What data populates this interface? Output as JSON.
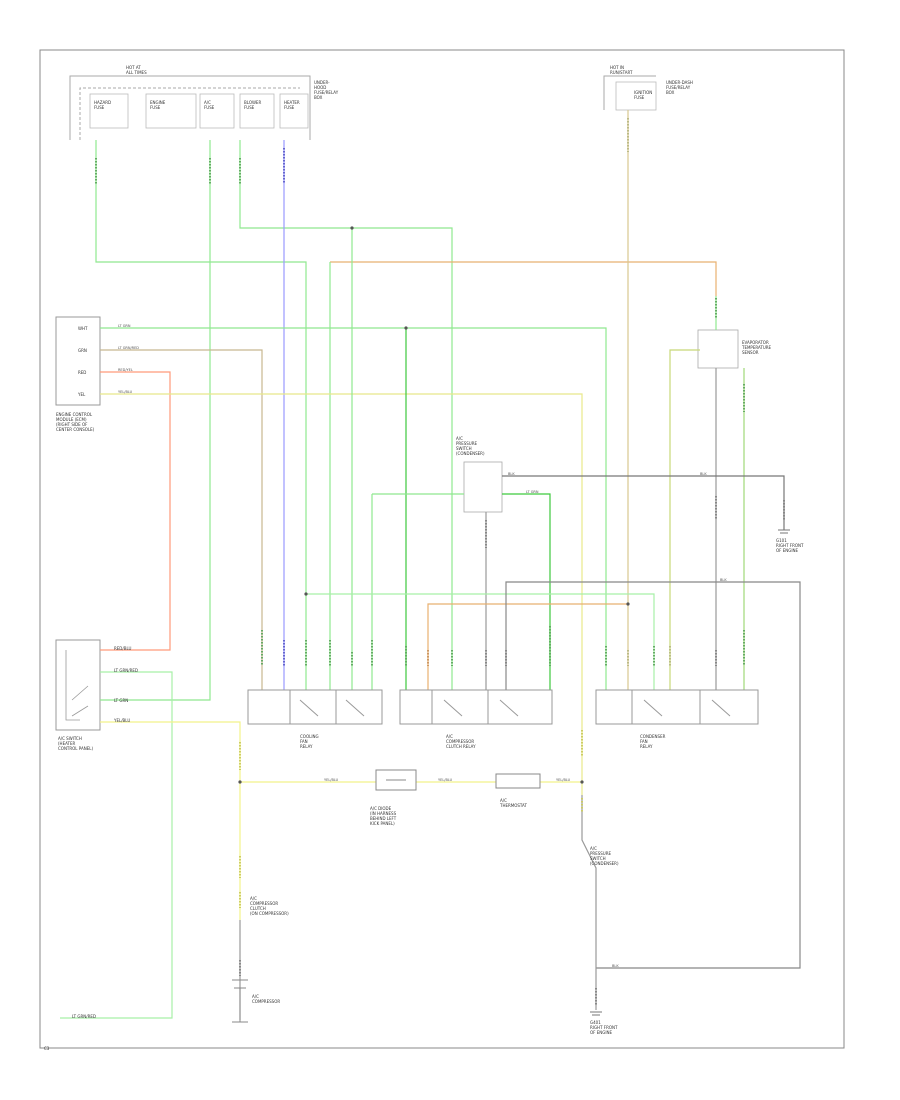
{
  "labels": {
    "fuse_top_left": "HOT AT\nALL TIMES",
    "fuse_top_right": "HOT IN\nRUN/START",
    "fuse_a": "HAZARD\nFUSE",
    "fuse_b": "ENGINE\nFUSE",
    "fuse_c": "A/C\nFUSE",
    "fuse_d": "BLOWER\nFUSE",
    "fuse_e": "HEATER\nFUSE",
    "fuse_box_left": "UNDER-\nHOOD\nFUSE/RELAY\nBOX",
    "fuse_box_right": "UNDER-DASH\nFUSE/RELAY\nBOX",
    "fuse_right_item": "IGNITION\nFUSE",
    "ecu": "ENGINE CONTROL\nMODULE (ECM)\n(RIGHT SIDE OF\nCENTER CONSOLE)",
    "ecu_pins": [
      "WHT",
      "GRN",
      "RED",
      "YEL"
    ],
    "pressure_switch": "A/C\nPRESSURE\nSWITCH\n(CONDENSER)",
    "thermostat": "EVAPORATOR\nTEMPERATURE\nSENSOR",
    "ground_right": "G101\nRIGHT FRONT\nOF ENGINE",
    "relay_1": "COOLING\nFAN\nRELAY",
    "relay_2": "A/C\nCOMPRESSOR\nCLUTCH RELAY",
    "relay_3": "CONDENSER\nFAN\nRELAY",
    "ac_switch_box": "A/C SWITCH\n(HEATER\nCONTROL PANEL)",
    "ac_switch_pins": [
      "RED/BLU",
      "LT GRN/RED",
      "LT GRN",
      "YEL/BLU"
    ],
    "diode": "A/C DIODE\n(IN HARNESS\nBEHIND LEFT\nKICK PANEL)",
    "thermo_resistor": "A/C\nTHERMOSTAT",
    "pressure_center": "A/C\nPRESSURE\nSWITCH\n(CONDENSER)",
    "compressor_clutch": "A/C\nCOMPRESSOR\nCLUTCH\n(ON COMPRESSOR)",
    "compressor_label": "A/C\nCOMPRESSOR",
    "ground_bottom": "G401\nRIGHT FRONT\nOF ENGINE",
    "wire_bottom": "LT GRN/RED",
    "page_code": "C3"
  },
  "wire_labels": {
    "w1": "LT GRN",
    "w2": "LT GRN/RED",
    "w3": "RED/YEL",
    "w4": "YEL/BLU",
    "w5": "BLK",
    "w6": "LT GRN",
    "w7": "BLK",
    "w8": "BLK",
    "w9": "RED/YEL",
    "w10": "LT GRN/RED",
    "w11": "LT GRN",
    "w12": "YEL/BLU",
    "w13": "YEL/BLU",
    "w14": "YEL/BLU",
    "w15": "YEL/BLU",
    "w16": "BLK",
    "w17": "BLK"
  },
  "colors": {
    "green": "#7de87d",
    "light_green": "#a8f0a8",
    "dark_green": "#3ec93e",
    "blue": "#8f8fff",
    "orange": "#e8a050",
    "tan": "#d8c890",
    "yellow": "#f2f28a",
    "red": "#ff9a7a",
    "black": "#444444",
    "gray": "#999999"
  }
}
